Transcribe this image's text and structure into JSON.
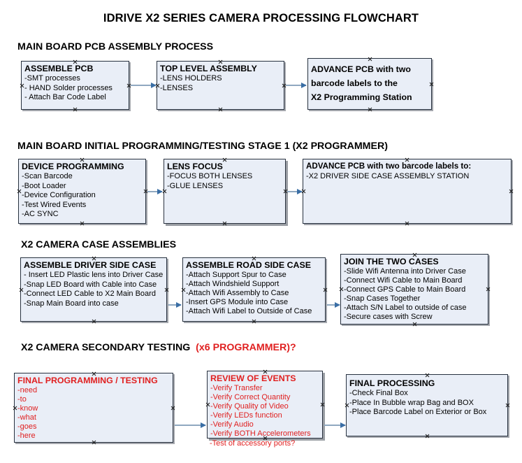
{
  "title": "IDRIVE X2  SERIES CAMERA PROCESSING FLOWCHART",
  "colors": {
    "box_fill": "#e9eef7",
    "box_border": "#27313f",
    "accent_red": "#e02020",
    "connector": "#8fa8c0",
    "arrowhead": "#3a6ea5"
  },
  "sections": [
    {
      "heading": "MAIN BOARD PCB ASSEMBLY PROCESS",
      "heading_accent": ""
    },
    {
      "heading": "MAIN BOARD INITIAL PROGRAMMING/TESTING STAGE 1 (X2 PROGRAMMER)",
      "heading_accent": ""
    },
    {
      "heading": "X2 CAMERA CASE ASSEMBLIES",
      "heading_accent": ""
    },
    {
      "heading": "X2 CAMERA SECONDARY TESTING",
      "heading_accent": "(x6 PROGRAMMER)?"
    }
  ],
  "boxes": {
    "assemble_pcb": {
      "title": "ASSEMBLE PCB",
      "items": [
        "-SMT processes",
        "- HAND Solder processes",
        "- Attach Bar Code Label"
      ]
    },
    "top_level_assembly": {
      "title": "TOP LEVEL ASSEMBLY",
      "items": [
        "-LENS HOLDERS",
        "-LENSES"
      ]
    },
    "advance_pcb_station": {
      "line1": "ADVANCE PCB with two",
      "line2": "barcode labels to the",
      "line3": " X2 Programming Station"
    },
    "device_programming": {
      "title": "DEVICE PROGRAMMING",
      "items": [
        "-Scan Barcode",
        "-Boot Loader",
        "-Device Configuration",
        "-Test Wired Events",
        "-AC SYNC"
      ]
    },
    "lens_focus": {
      "title": "LENS FOCUS",
      "items": [
        "-FOCUS BOTH LENSES",
        "-GLUE LENSES"
      ]
    },
    "advance_pcb_driver": {
      "title": "ADVANCE PCB with two barcode labels to:",
      "items": [
        "-X2 DRIVER  SIDE  CASE  ASSEMBLY STATION"
      ]
    },
    "driver_side_case": {
      "title": "ASSEMBLE DRIVER SIDE CASE",
      "items": [
        "- Insert LED Plastic lens into Driver Case",
        "-Snap LED Board with Cable into Case",
        "-Connect LED Cable to X2 Main Board",
        "-Snap Main Board into case"
      ]
    },
    "road_side_case": {
      "title": "ASSEMBLE ROAD SIDE CASE",
      "items": [
        "-Attach Support Spur to Case",
        "-Attach Windshield Support",
        "-Attach Wifi Assembly to Case",
        "-Insert GPS Module into Case",
        "-Attach Wifi Label to Outside of Case"
      ]
    },
    "join_two_cases": {
      "title": "JOIN THE TWO CASES",
      "items": [
        "-Slide Wifi Antenna into Driver Case",
        "-Connect Wifi Cable to Main Board",
        "-Connect GPS Cable to Main Board",
        "-Snap Cases Together",
        "-Attach S/N Label to outside of case",
        "-Secure cases with Screw"
      ]
    },
    "final_programming": {
      "title": "FINAL PROGRAMMING / TESTING",
      "items": [
        "-need",
        "-to",
        "-know",
        "-what",
        "-goes",
        "-here"
      ]
    },
    "review_of_events": {
      "title": "REVIEW OF EVENTS",
      "items": [
        "-Verify Transfer",
        "-Verify Correct Quantity",
        "-Verify Quality of Video",
        "-Verify LEDs function",
        "-Verify Audio",
        "-Verify BOTH Accelerometers"
      ],
      "overflow_item": "-Test of accessory ports?"
    },
    "final_processing": {
      "title": "FINAL PROCESSING",
      "items": [
        " -Check Final Box",
        "-Place In Bubble wrap Bag and BOX",
        "-Place Barcode Label on Exterior or Box"
      ]
    }
  }
}
